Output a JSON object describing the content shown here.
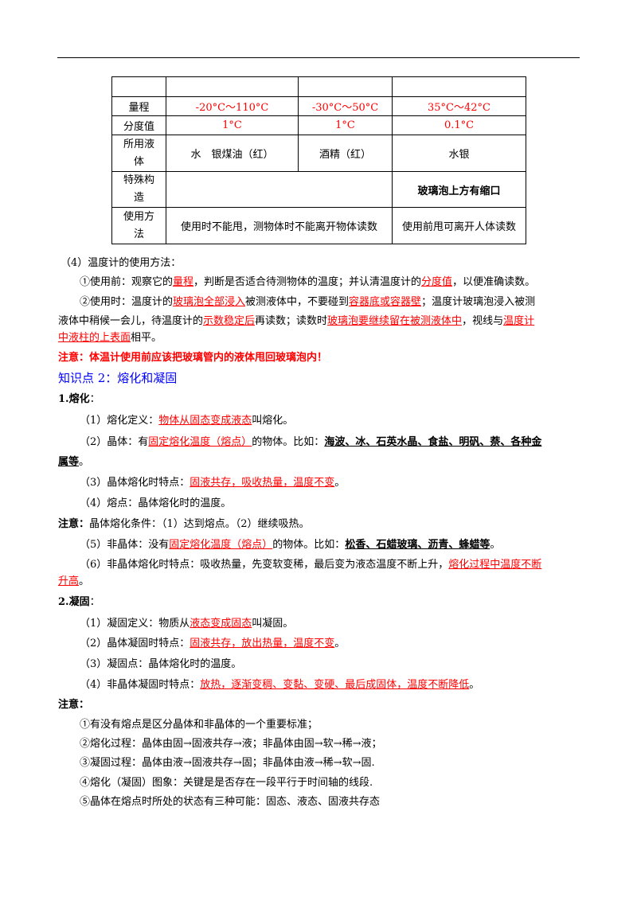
{
  "table": {
    "rows": [
      {
        "label": "",
        "c1": "",
        "c2": "",
        "c3": ""
      },
      {
        "label": "量程",
        "c1": "-20°C～110°C",
        "c2": "-30°C～50°C",
        "c3": "35°C～42°C"
      },
      {
        "label": "分度值",
        "c1": "1°C",
        "c2": "1°C",
        "c3": "0.1°C"
      },
      {
        "label": "所用液体",
        "c1": "水　银煤油（红）",
        "c2": "酒精（红）",
        "c3": "水银"
      },
      {
        "label": "特殊构造",
        "c12": "",
        "c3": "玻璃泡上方有缩口"
      },
      {
        "label": "使用方法",
        "c12": "使用时不能甩，测物体时不能离开物体读数",
        "c3": "使用前甩可离开人体读数"
      }
    ],
    "label_lines": {
      "liquid": [
        "所用液",
        "体"
      ],
      "special": [
        "特殊构",
        "造"
      ],
      "method": [
        "使用方",
        "法"
      ]
    }
  },
  "usage": {
    "title": "（4）温度计的使用方法：",
    "before": [
      "①使用前：观察它的",
      "量程",
      "，判断是否适合待测物体的温度；并认清温度计的",
      "分度值",
      "，以便准确读数。"
    ],
    "during_l1": [
      "②使用时：温度计的",
      "玻璃泡全部浸入",
      "被测液体中，不要碰到",
      "容器底或容器壁",
      "；温度计玻璃泡浸入被测"
    ],
    "during_l2": [
      "液体中稍候一会儿，待温度计的",
      "示数稳定后",
      "再读数；读数时",
      "玻璃泡要继续留在被测液体中",
      "，视线与",
      "温度计"
    ],
    "during_l3": [
      "中液柱的上表面",
      "相平。"
    ],
    "note": "注意：体温计使用前应该把玻璃管内的液体甩回玻璃泡内！"
  },
  "kp2": {
    "title": "知识点 2：熔化和凝固",
    "melt_title": "1.熔化",
    "melt_colon": "：",
    "m1": [
      "（1）熔化定义：",
      "物体从固态变成液态",
      "叫熔化。"
    ],
    "m2_l1": [
      "（2）晶体：有",
      "固定熔化温度（熔点）",
      "的物体。比如：",
      "海波、冰、石英水晶、食盐、明矾、萘、各种金"
    ],
    "m2_l2": [
      "属等",
      "。"
    ],
    "m3": [
      "（3）晶体熔化时特点：",
      "固液共存，吸收热量，温度不变",
      "。"
    ],
    "m4": "（4）熔点：晶体熔化时的温度。",
    "note1": [
      "注意：",
      "晶体熔化条件：（1）达到熔点。（2）继续吸热。"
    ],
    "m5": [
      "（5）非晶体：没有",
      "固定熔化温度（熔点）",
      "的物体。比如：",
      "松香、石蜡玻璃、沥青、蜂蜡等",
      "。"
    ],
    "m6_l1": [
      "（6）非晶体熔化时特点：吸收热量，先变软变稀，最后变为液态温度不断上升，",
      "熔化过程中温度不断"
    ],
    "m6_l2": "升高",
    "m6_l2b": "。",
    "solid_title": "2.凝固",
    "solid_colon": "：",
    "s1": [
      "（1）凝固定义：物质从",
      "液态变成固态",
      "叫凝固。"
    ],
    "s2": [
      "（2）晶体凝固时特点：",
      "固液共存，放出热量，温度不变",
      "。"
    ],
    "s3": "（3）凝固点：晶体熔化时的温度。",
    "s4": [
      "（4）非晶体凝固时特点：",
      "放热，逐渐变稠、变黏、变硬、最后成固体，温度不断降低",
      "。"
    ],
    "note2_title": "注意：",
    "notes": [
      "①有没有熔点是区分晶体和非晶体的一个重要标准；",
      "②熔化过程：晶体由固→固液共存→液；非晶体由固→软→稀→液；",
      "③凝固过程：晶体由液→固液共存→固；非晶体由液→稀→软→固.",
      "④熔化（凝固）图象：关键是是否存在一段平行于时间轴的线段.",
      "⑤晶体在熔点时所处的状态有三种可能：固态、液态、固液共存态"
    ]
  },
  "colors": {
    "red": "#ff0000",
    "blue": "#0000ff",
    "black": "#000000"
  }
}
